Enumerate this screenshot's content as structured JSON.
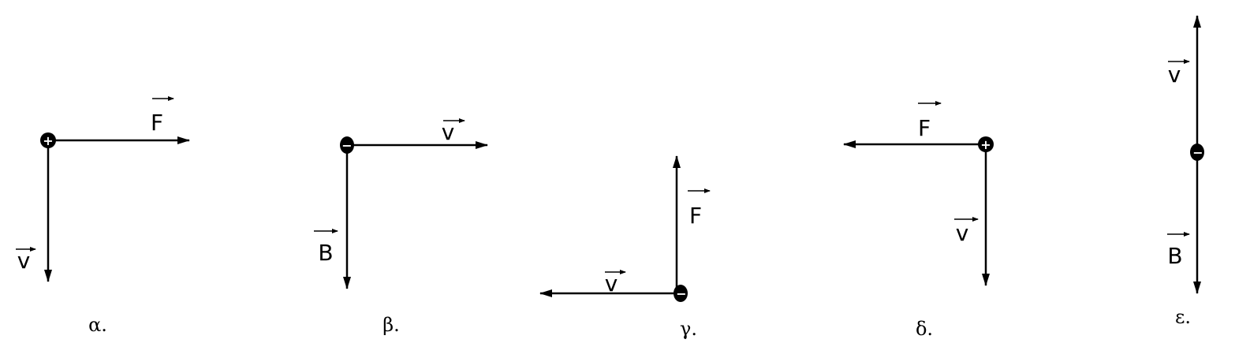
{
  "panels": [
    {
      "caption": "α.",
      "charge": "+",
      "labels": [
        "F",
        "v"
      ]
    },
    {
      "caption": "β.",
      "charge": "−",
      "labels": [
        "v",
        "B"
      ]
    },
    {
      "caption": "γ.",
      "charge": "−",
      "labels": [
        "F",
        "v"
      ]
    },
    {
      "caption": "δ.",
      "charge": "+",
      "labels": [
        "F",
        "v"
      ]
    },
    {
      "caption": "ε.",
      "charge": "−",
      "labels": [
        "v",
        "B"
      ]
    }
  ]
}
